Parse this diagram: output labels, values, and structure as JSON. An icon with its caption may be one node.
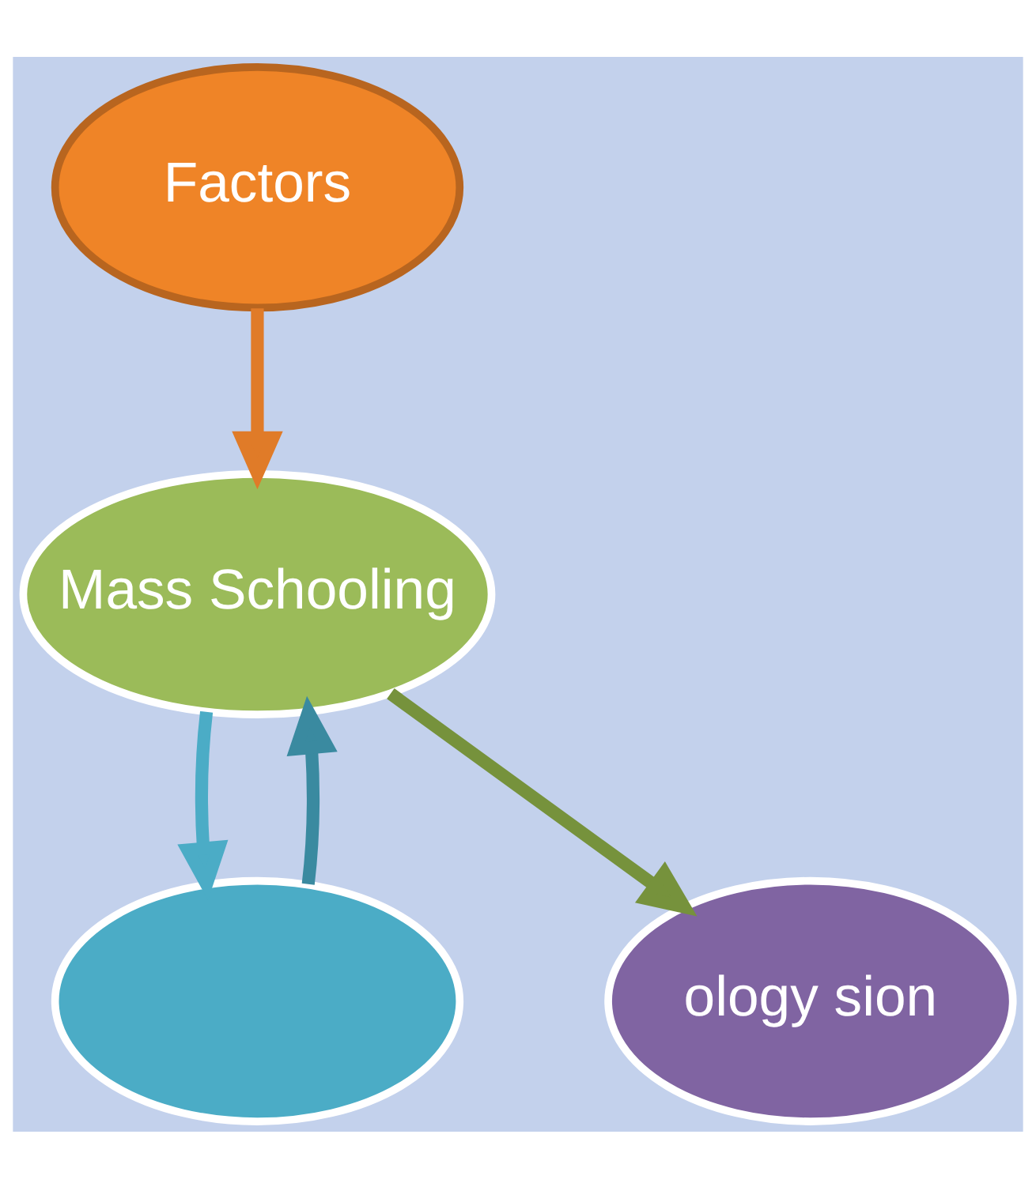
{
  "diagram": {
    "nodes": [
      {
        "text": [
          "Factors"
        ]
      },
      {
        "text": [],
        "shape": "ellipse"
      },
      {
        "text": [
          "ology sion"
        ]
      },
      {
        "text": [
          "Mass Schooling"
        ]
      }
    ],
    "edges": [
      {
        "from": 0,
        "to": 3,
        "arrow": "to",
        "color": "#e07b28"
      },
      {
        "from": 1,
        "to": 3,
        "arrow": "to",
        "color": "#3a8aa0"
      },
      {
        "from": 3,
        "to": 1,
        "arrow": "to",
        "color": "#4bacc6"
      },
      {
        "from": 3,
        "to": 2,
        "arrow": "to",
        "color": "#76923c"
      }
    ]
  }
}
